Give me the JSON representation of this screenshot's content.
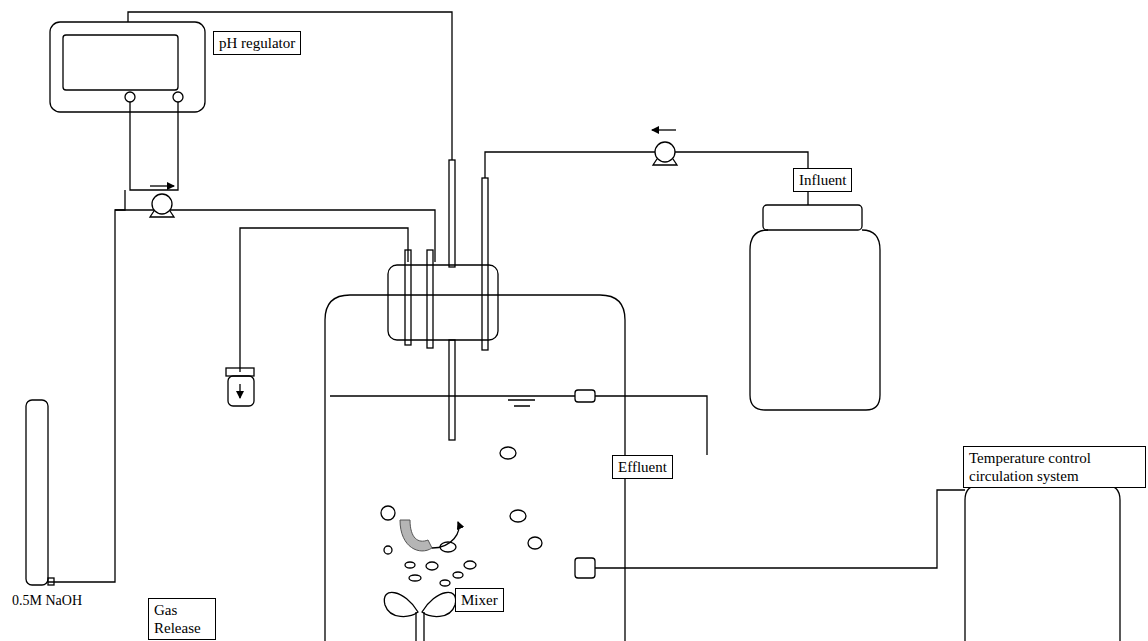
{
  "diagram": {
    "nodes": [
      {
        "text": [
          "pH  regulator"
        ]
      },
      {
        "text": [
          "Influent"
        ]
      },
      {
        "text": [
          "Temperature control circulation system"
        ]
      },
      {
        "text": [
          "Effluent"
        ]
      },
      {
        "text": [
          "Gas Release"
        ]
      },
      {
        "text": [
          "Mixer"
        ]
      }
    ],
    "labels": [
      "0.5M NaOH"
    ]
  }
}
